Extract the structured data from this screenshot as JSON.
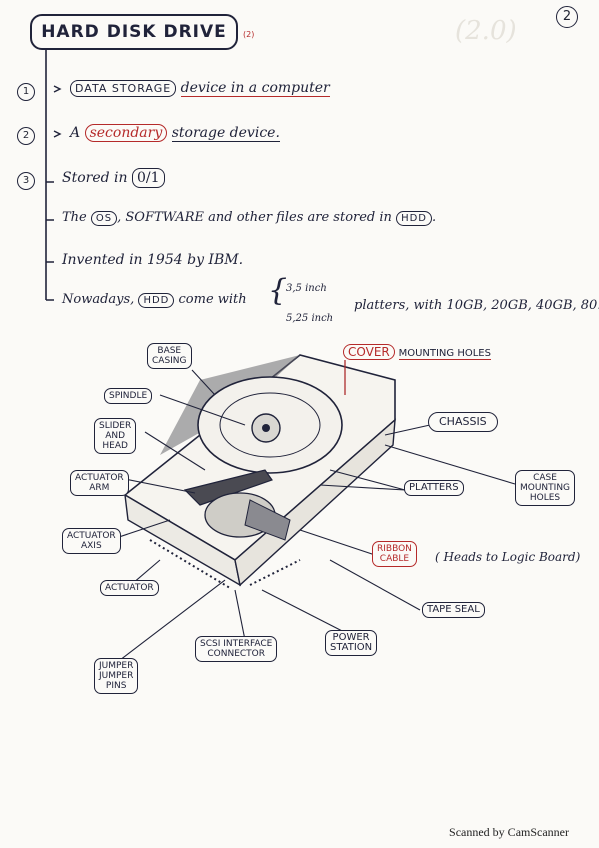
{
  "page_number": "2",
  "title": "HARD DISK DRIVE",
  "title_note": "(2)",
  "faint_corner": "(2.0)",
  "points": [
    {
      "marker": "1",
      "prefix": "",
      "boxed": "DATA STORAGE",
      "text": "device in a computer"
    },
    {
      "marker": "2",
      "prefix": "A",
      "boxed": "secondary",
      "text": "storage device."
    },
    {
      "marker": "3",
      "prefix": "Stored in",
      "boxed": "0/1",
      "text": ""
    }
  ],
  "line_os": {
    "prefix": "The",
    "boxed": "OS",
    "middle": ", SOFTWARE and other files are stored in",
    "boxed2": "HDD",
    "end": "."
  },
  "line_invented": "Invented in 1954 by IBM.",
  "line_nowadays": {
    "prefix": "Nowadays,",
    "boxed": "HDD",
    "middle": "come with",
    "size1": "3,5 inch",
    "size2": "5,25 inch",
    "end": "platters, with 10GB, 20GB, 40GB, 80..."
  },
  "labels": {
    "base_casing": "BASE\nCASING",
    "cover": "COVER",
    "mounting_holes": "MOUNTING HOLES",
    "spindle": "SPINDLE",
    "slider": "SLIDER\nAND\nHEAD",
    "chassis": "CHASSIS",
    "actuator_arm": "ACTUATOR\nARM",
    "platters": "PLATTERS",
    "case_mounting": "CASE\nMOUNTING\nHOLES",
    "actuator_axis": "ACTUATOR\nAXIS",
    "ribbon_cable": "RIBBON\nCABLE",
    "ribbon_note": "( Heads to Logic Board)",
    "actuator": "ACTUATOR",
    "tape_seal": "TAPE SEAL",
    "scsi": "SCSI INTERFACE\nCONNECTOR",
    "power_station": "POWER\nSTATION",
    "jumper": "JUMPER\nJUMPER\nPINS"
  },
  "footer": "Scanned by CamScanner"
}
